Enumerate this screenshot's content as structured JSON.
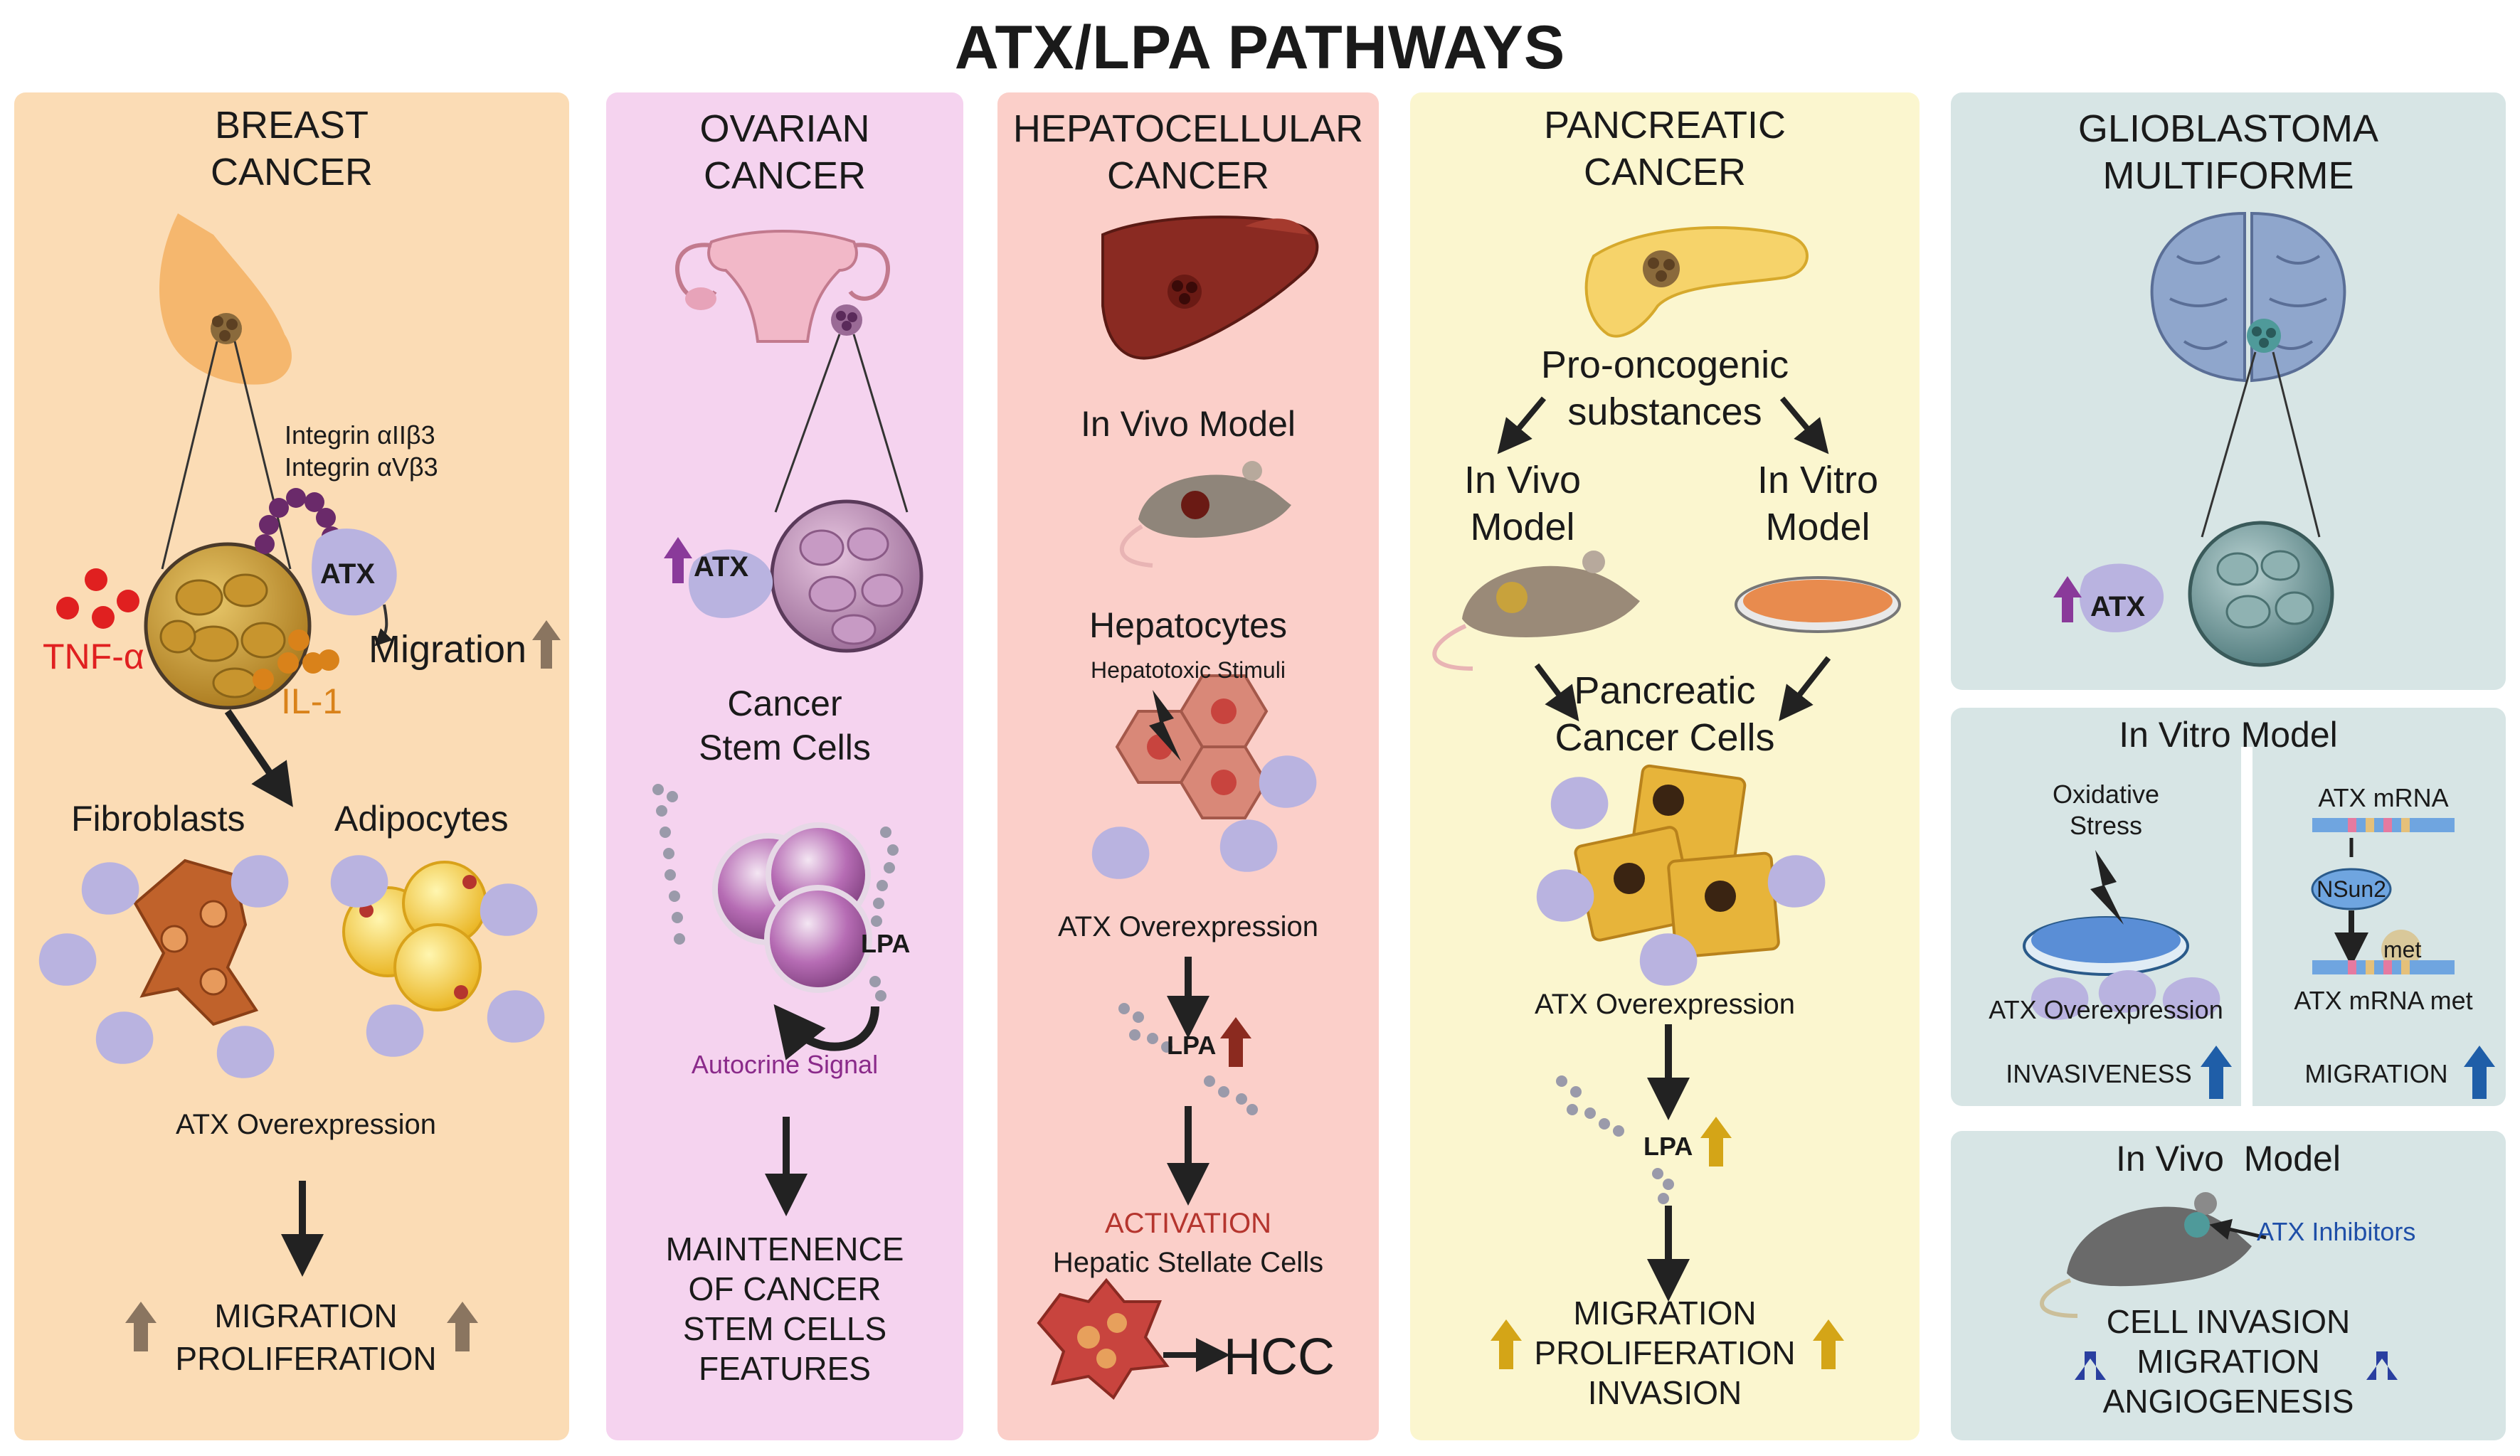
{
  "title": "ATX/LPA PATHWAYS",
  "breast": {
    "title_line1": "BREAST",
    "title_line2": "CANCER",
    "integrin1": "Integrin αIIβ3",
    "integrin2": "Integrin αVβ3",
    "atx": "ATX",
    "tnf": "TNF-α",
    "il1": "IL-1",
    "migration": "Migration",
    "fibroblasts": "Fibroblasts",
    "adipocytes": "Adipocytes",
    "atx_over": "ATX Overexpression",
    "out1": "MIGRATION",
    "out2": "PROLIFERATION"
  },
  "ovarian": {
    "title_line1": "OVARIAN",
    "title_line2": "CANCER",
    "atx": "ATX",
    "csc1": "Cancer",
    "csc2": "Stem Cells",
    "lpa": "LPA",
    "autocrine": "Autocrine Signal",
    "out1": "MAINTENENCE",
    "out2": "OF CANCER",
    "out3": "STEM CELLS",
    "out4": "FEATURES"
  },
  "hepato": {
    "title_line1": "HEPATOCELLULAR",
    "title_line2": "CANCER",
    "invivo": "In Vivo Model",
    "hepatocytes": "Hepatocytes",
    "stimuli": "Hepatotoxic Stimuli",
    "atx_over": "ATX Overexpression",
    "lpa": "LPA",
    "activation": "ACTIVATION",
    "stellate": "Hepatic Stellate Cells",
    "hcc": "HCC"
  },
  "pancreatic": {
    "title_line1": "PANCREATIC",
    "title_line2": "CANCER",
    "pro1": "Pro-oncogenic",
    "pro2": "substances",
    "invivo1": "In Vivo",
    "invivo2": "Model",
    "invitro1": "In Vitro",
    "invitro2": "Model",
    "cells1": "Pancreatic",
    "cells2": "Cancer Cells",
    "atx_over": "ATX Overexpression",
    "lpa": "LPA",
    "out1": "MIGRATION",
    "out2": "PROLIFERATION",
    "out3": "INVASION"
  },
  "glioblastoma": {
    "title_line1": "GLIOBLASTOMA",
    "title_line2": "MULTIFORME",
    "atx": "ATX",
    "invitro_title": "In Vitro Model",
    "oxidative1": "Oxidative",
    "oxidative2": "Stress",
    "atx_over": "ATX Overexpression",
    "invasiveness": "INVASIVENESS",
    "mrna": "ATX mRNA",
    "nsun2": "NSun2",
    "met": "met",
    "mrna_met": "ATX mRNA met",
    "migration": "MIGRATION",
    "invivo_title": "In Vivo  Model",
    "inhibitors": "ATX Inhibitors",
    "out1": "CELL INVASION",
    "out2": "MIGRATION",
    "out3": "ANGIOGENESIS"
  },
  "colors": {
    "atx_blob": "#b9b3e0",
    "up_arrow_brown": "#8a7560",
    "up_arrow_purple": "#8a3a9a",
    "up_arrow_darkred": "#8b2a1f",
    "up_arrow_gold": "#d4a517",
    "blue_arrow": "#1f5ea8",
    "down_arrow_navy": "#2a3fa0"
  }
}
